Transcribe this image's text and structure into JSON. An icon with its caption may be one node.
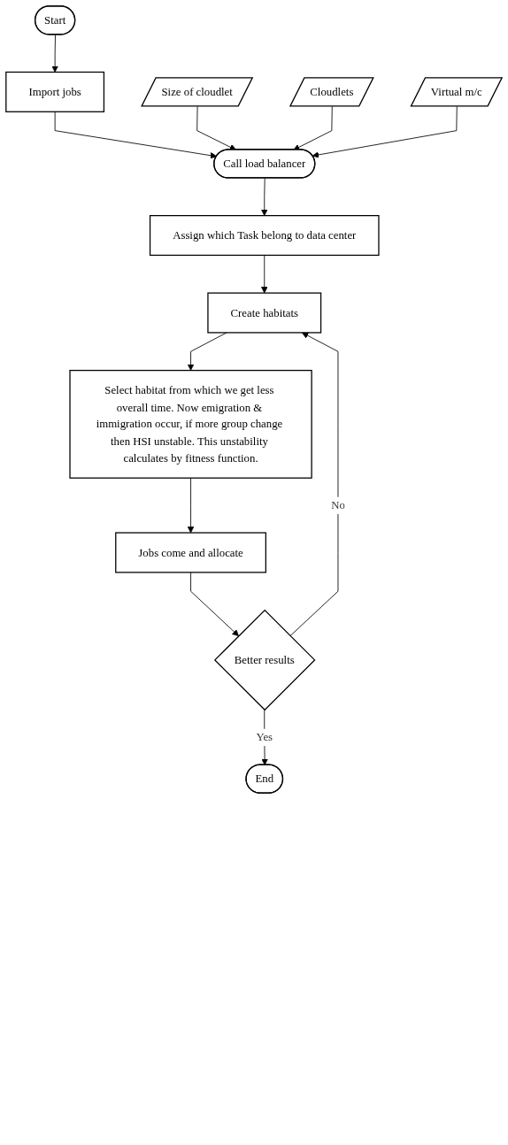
{
  "diagram": {
    "nodes": [
      {
        "text": [
          "Start"
        ]
      },
      {
        "text": [
          "Import jobs"
        ]
      },
      {
        "text": [
          "Call load balancer"
        ]
      },
      {
        "text": [
          "Size of cloudlet"
        ]
      },
      {
        "text": [
          "Cloudlets"
        ]
      },
      {
        "text": [
          "Virtual m/c"
        ]
      },
      {
        "text": [
          "Assign which Task belong to data center"
        ]
      },
      {
        "text": [
          "Create habitats"
        ]
      },
      {
        "text": [
          "Select habitat from which we get less overall time. Now emigration & immigration occur, if more group change then HSI unstable. This unstability calculates by fitness function."
        ]
      },
      {
        "text": [
          "Jobs come and allocate"
        ]
      },
      {
        "text": [
          "Better results"
        ]
      },
      {
        "text": [
          "End"
        ]
      }
    ],
    "edges": [
      {
        "from": 0,
        "to": 1,
        "arrow": "to"
      },
      {
        "from": 1,
        "to": 2,
        "arrow": "to"
      },
      {
        "from": 3,
        "to": 2,
        "arrow": "to"
      },
      {
        "from": 4,
        "to": 2,
        "arrow": "to"
      },
      {
        "from": 5,
        "to": 2,
        "arrow": "to"
      },
      {
        "from": 2,
        "to": 6,
        "arrow": "to"
      },
      {
        "from": 6,
        "to": 7,
        "arrow": "to"
      },
      {
        "from": 7,
        "to": 8,
        "arrow": "to"
      },
      {
        "from": 8,
        "to": 9,
        "arrow": "to"
      },
      {
        "from": 9,
        "to": 10,
        "arrow": "to"
      },
      {
        "from": 10,
        "to": 7,
        "label": "No",
        "arrow": "to"
      },
      {
        "from": 10,
        "to": 11,
        "label": "Yes",
        "arrow": "to"
      }
    ]
  }
}
